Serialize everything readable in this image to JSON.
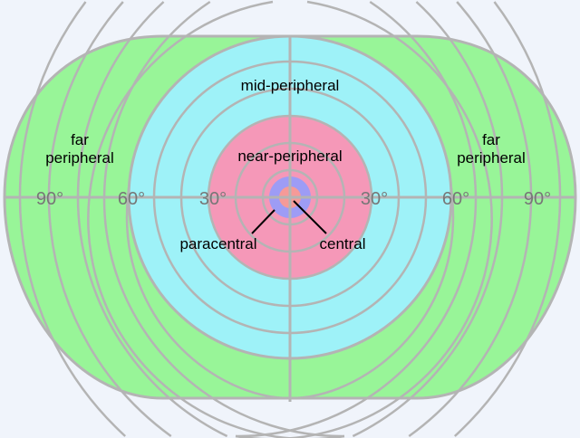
{
  "title": "Peripheral vision regions",
  "colors": {
    "far": "#98f598",
    "mid": "#9ef2f8",
    "near": "#f598b8",
    "paracentral": "#9d9cf5",
    "central": "#f59a98",
    "grid": "#b4b4b4",
    "background": "#f0f4fb"
  },
  "labels": {
    "far_left_1": "far",
    "far_left_2": "peripheral",
    "far_right_1": "far",
    "far_right_2": "peripheral",
    "mid": "mid-peripheral",
    "near": "near-peripheral",
    "paracentral": "paracentral",
    "central": "central"
  },
  "degrees": {
    "l90": "90°",
    "l60": "60°",
    "l30": "30°",
    "r30": "30°",
    "r60": "60°",
    "r90": "90°"
  }
}
